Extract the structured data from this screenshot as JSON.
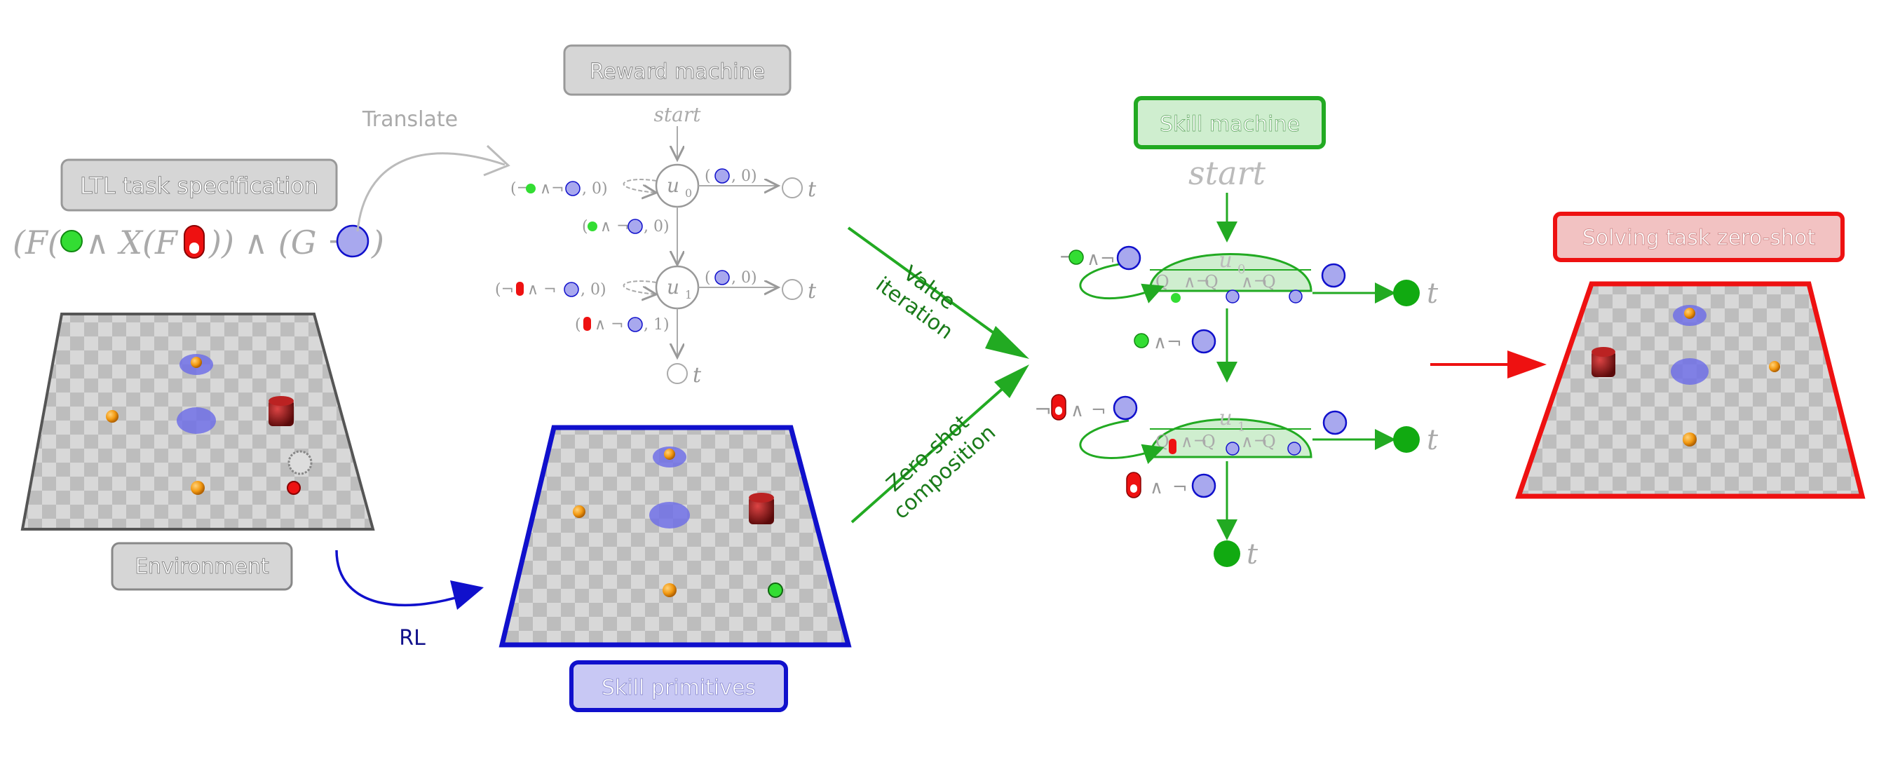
{
  "ltl": {
    "title": "LTL task specification",
    "formula_parts": {
      "p1": "(F(",
      "p2": "∧ X(F",
      "p3": ")) ∧ (G ¬",
      "p4": ")"
    }
  },
  "environment": {
    "label": "Environment"
  },
  "translate_label": "Translate",
  "rl_label": "RL",
  "reward_machine": {
    "title": "Reward machine",
    "start": "start",
    "states": [
      "u",
      "u"
    ],
    "state_subs": [
      "0",
      "1"
    ],
    "terminal": "t",
    "edges": {
      "u0_self_a": "(¬",
      "u0_self_b": "∧¬",
      "u0_self_c": ", 0)",
      "u0_out_a": "(",
      "u0_out_b": ", 0)",
      "u0_down_a": "(",
      "u0_down_b": "∧ ¬",
      "u0_down_c": ", 0)",
      "u1_self_a": "(¬",
      "u1_self_b": "∧ ¬",
      "u1_self_c": ", 0)",
      "u1_out_a": "(",
      "u1_out_b": ", 0)",
      "u1_down_a": "(",
      "u1_down_b": "∧ ¬",
      "u1_down_c": ", 1)"
    }
  },
  "skill_primitives": {
    "label": "Skill primitives"
  },
  "value_iteration": {
    "line1": "Value",
    "line2": "iteration"
  },
  "zero_shot_composition": {
    "line1": "Zero-shot",
    "line2": "composition"
  },
  "skill_machine": {
    "title": "Skill machine",
    "start": "start",
    "states": [
      "u",
      "u"
    ],
    "state_subs": [
      "0",
      "1"
    ],
    "terminal": "t",
    "q_label": "Q",
    "neg": "¬",
    "and": "∧",
    "and_neg": "∧¬"
  },
  "solving_task": {
    "label": "Solving task zero-shot"
  },
  "colors": {
    "green": "#22aa22",
    "green_fill": "#cfeecf",
    "blue": "#1010cc",
    "blue_fill": "#a8a8ee",
    "red": "#ee1111",
    "red_fill": "#f2c2c2",
    "grey": "#999999"
  }
}
